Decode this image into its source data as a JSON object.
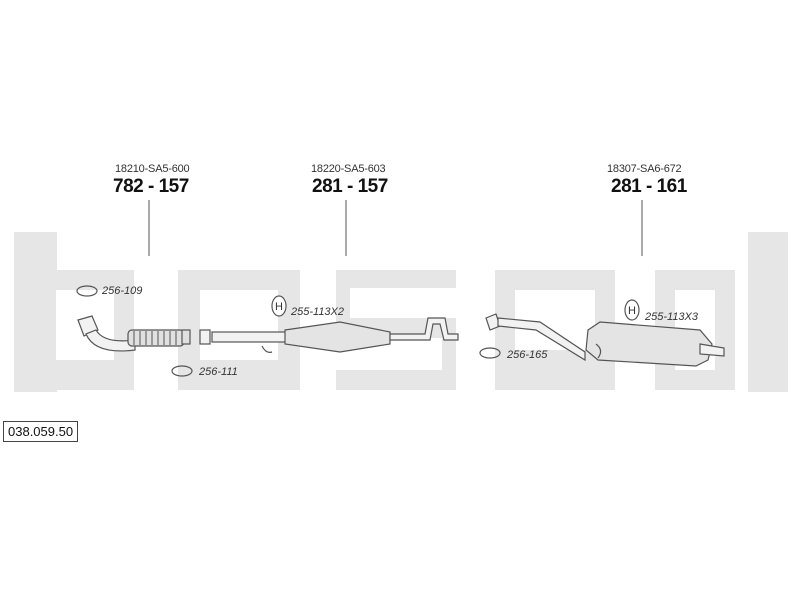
{
  "diagram_id": "038.059.50",
  "watermark": "bosal",
  "parts": [
    {
      "oem": "18210-SA5-600",
      "number": "782 - 157"
    },
    {
      "oem": "18220-SA5-603",
      "number": "281 - 157"
    },
    {
      "oem": "18307-SA6-672",
      "number": "281 - 161"
    }
  ],
  "references": [
    {
      "code": "256-109",
      "symbol": "gasket-ring"
    },
    {
      "code": "256-111",
      "symbol": "gasket-ring"
    },
    {
      "code": "255-113X2",
      "symbol": "rubber-hanger"
    },
    {
      "code": "256-165",
      "symbol": "gasket-ring"
    },
    {
      "code": "255-113X3",
      "symbol": "rubber-hanger"
    }
  ],
  "hanger_symbol": "H",
  "colors": {
    "watermark": "#e6e6e6",
    "line": "#555555",
    "pipe": "#f2f2f2"
  }
}
